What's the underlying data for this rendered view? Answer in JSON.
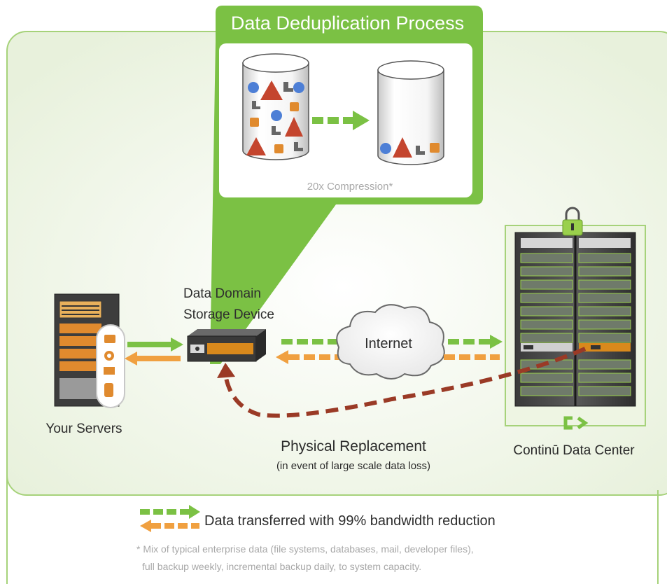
{
  "diagram": {
    "title": "Data Deduplication Process",
    "compression_label": "20x Compression*",
    "storage_device_label_line1": "Data Domain",
    "storage_device_label_line2": "Storage Device",
    "internet_label": "Internet",
    "servers_label": "Your Servers",
    "physical_replacement_label": "Physical Replacement",
    "physical_replacement_note": "(in event of large scale data loss)",
    "data_center_label": "Continū Data Center"
  },
  "legend": {
    "text": "Data transferred with 99% bandwidth reduction"
  },
  "footnote": {
    "line1": "* Mix of typical enterprise data (file systems, databases, mail, developer files),",
    "line2": "full backup weekly, incremental backup daily, to system capacity."
  },
  "colors": {
    "green": "#7bc144",
    "orange": "#f0a040",
    "dark_red": "#9a3a26",
    "panel_bg": "#eef5e3",
    "panel_border": "#a6d27a"
  }
}
